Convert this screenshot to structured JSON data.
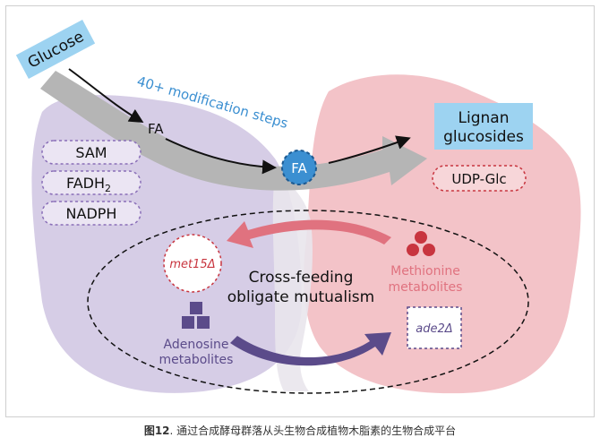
{
  "diagram": {
    "glucose": "Glucose",
    "steps_label": "40+ modification steps",
    "fa_small": "FA",
    "fa_node": "FA",
    "lignan_line1": "Lignan",
    "lignan_line2": "glucosides",
    "udp_glc": "UDP-Glc",
    "cofactors": [
      "SAM",
      "FADH",
      "NADPH"
    ],
    "fadh_sub": "2",
    "met_strain": "met15Δ",
    "ade_strain": "ade2Δ",
    "center_line1": "Cross-feeding",
    "center_line2": "obligate mutualism",
    "methionine_line1": "Methionine",
    "methionine_line2": "metabolites",
    "adenosine_line1": "Adenosine",
    "adenosine_line2": "metabolites",
    "colors": {
      "left_cell": "#d6cde6",
      "right_cell": "#f3c3c8",
      "pathway_arrow": "#b5b5b5",
      "blue_accent": "#3b8fd1",
      "lignan_box": "#9dd3f1",
      "purple": "#5b4b8a",
      "salmon": "#e0727f",
      "red_dots": "#c8353f",
      "dotted_purple": "#8a6fb8"
    }
  },
  "caption": {
    "label": "图12",
    "text": ". 通过合成酵母群落从头生物合成植物木脂素的生物合成平台"
  }
}
